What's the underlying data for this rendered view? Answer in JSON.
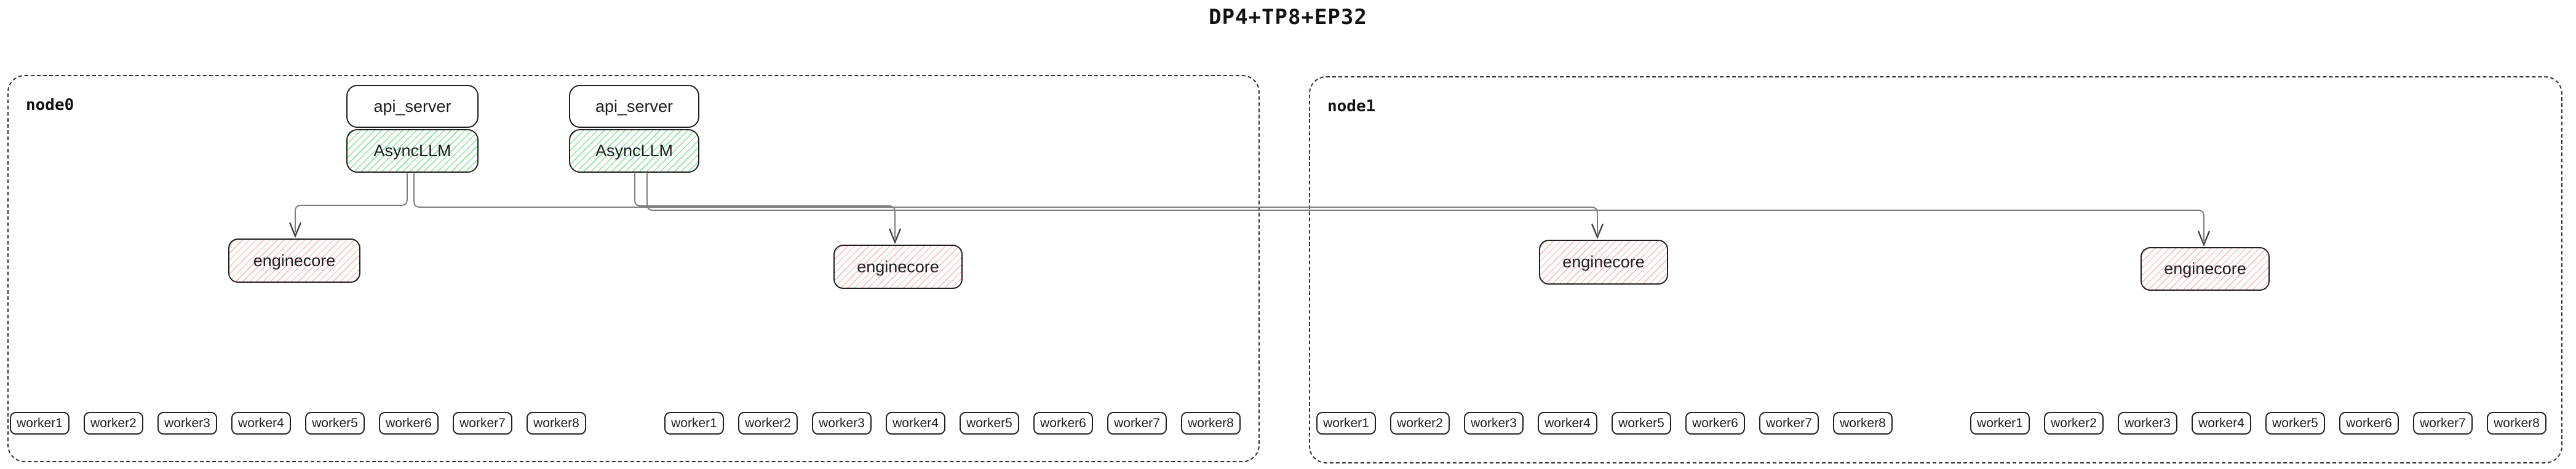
{
  "title": "DP4+TP8+EP32",
  "nodes": [
    {
      "label": "node0"
    },
    {
      "label": "node1"
    }
  ],
  "api_server_label": "api_server",
  "asyncllm_label": "AsyncLLM",
  "enginecore_label": "enginecore",
  "worker_labels": [
    "worker1",
    "worker2",
    "worker3",
    "worker4",
    "worker5",
    "worker6",
    "worker7",
    "worker8"
  ],
  "colors": {
    "box_border": "#1e1e1e",
    "node_border": "#2f2f2f",
    "green_hatch": "#86e29b",
    "pink_hatch": "#f6b1ac",
    "connector": "#7d7d7d",
    "arrow": "#3f3f3f"
  }
}
